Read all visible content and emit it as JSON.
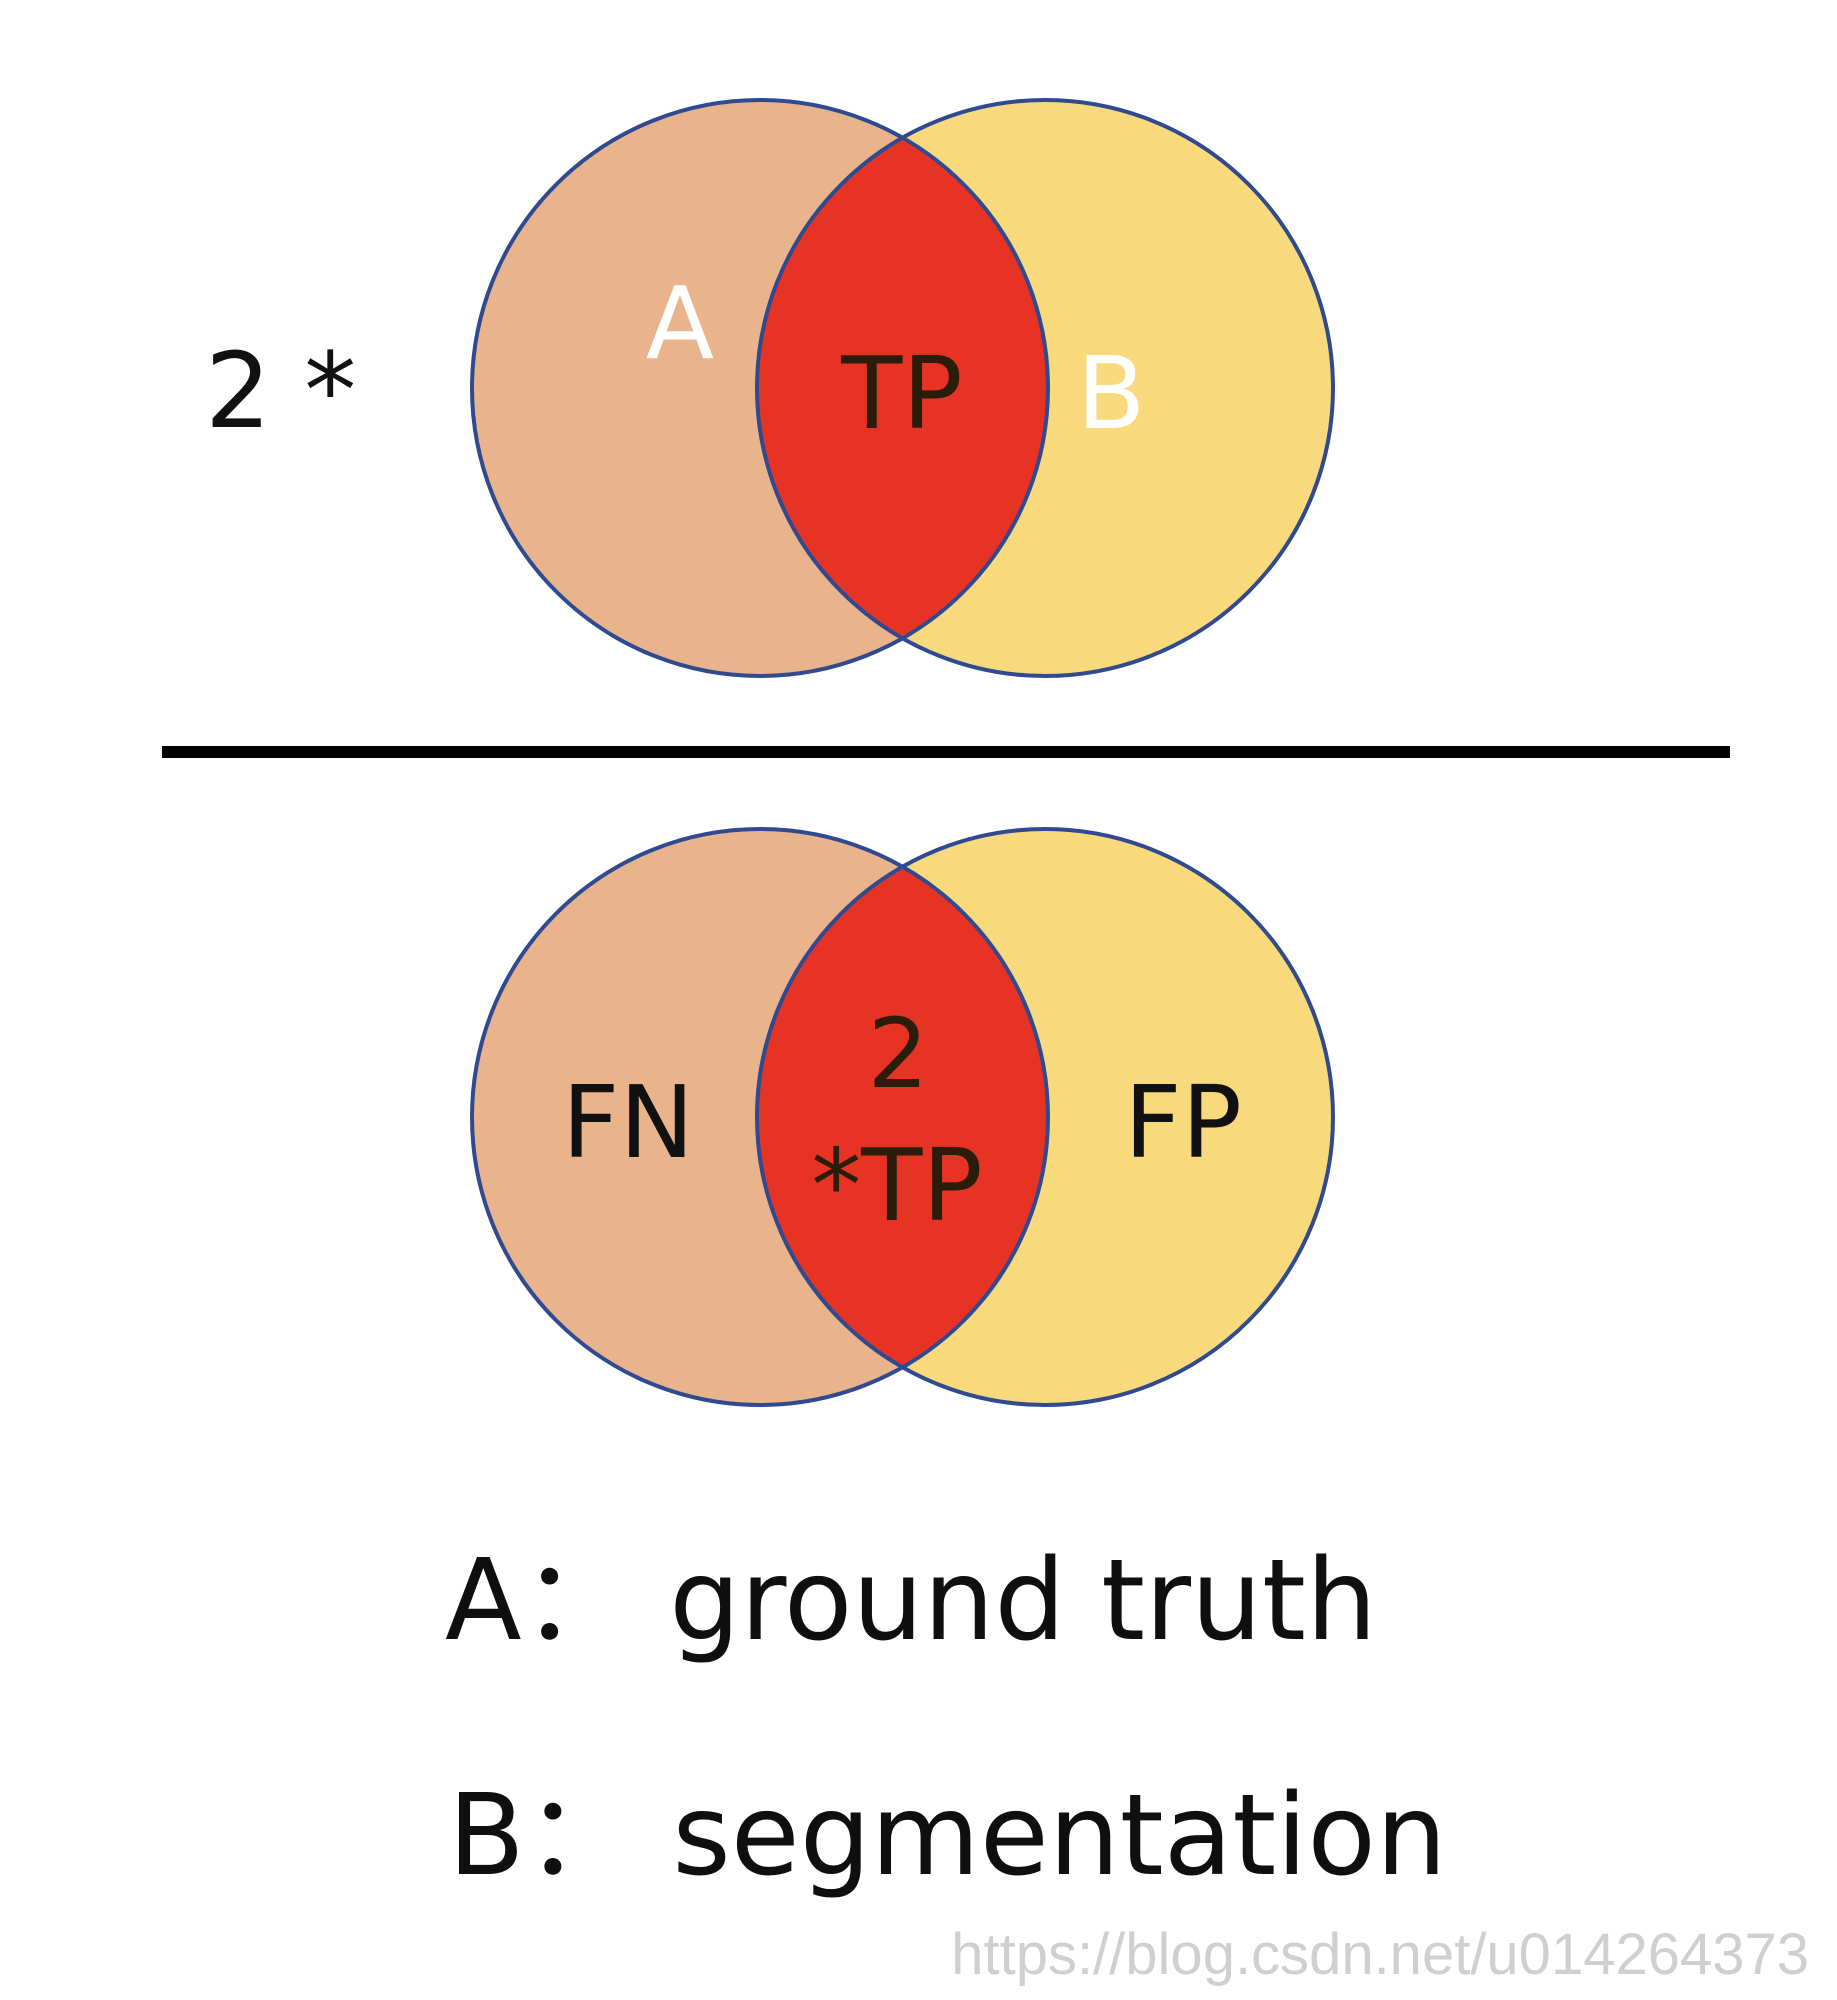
{
  "colors": {
    "set_a_fill": "#E9B38B",
    "set_b_fill": "#F8DA7D",
    "intersection_fill": "#E73323",
    "circle_stroke": "#2F4A90",
    "divider": "#000000",
    "dark_text": "#111111",
    "intersection_text": "#2A1D0A",
    "light_text": "#FFFFFF",
    "watermark": "#CFCFCF"
  },
  "numerator": {
    "coefficient": "2 *",
    "label_a": "A",
    "label_intersection": "TP",
    "label_b": "B"
  },
  "denominator": {
    "label_a": "FN",
    "label_intersection_line1": "2",
    "label_intersection_line2": "*TP",
    "label_b": "FP"
  },
  "legend": {
    "a": "A： ground truth",
    "b": "B： segmentation"
  },
  "watermark": "https://blog.csdn.net/u014264373"
}
